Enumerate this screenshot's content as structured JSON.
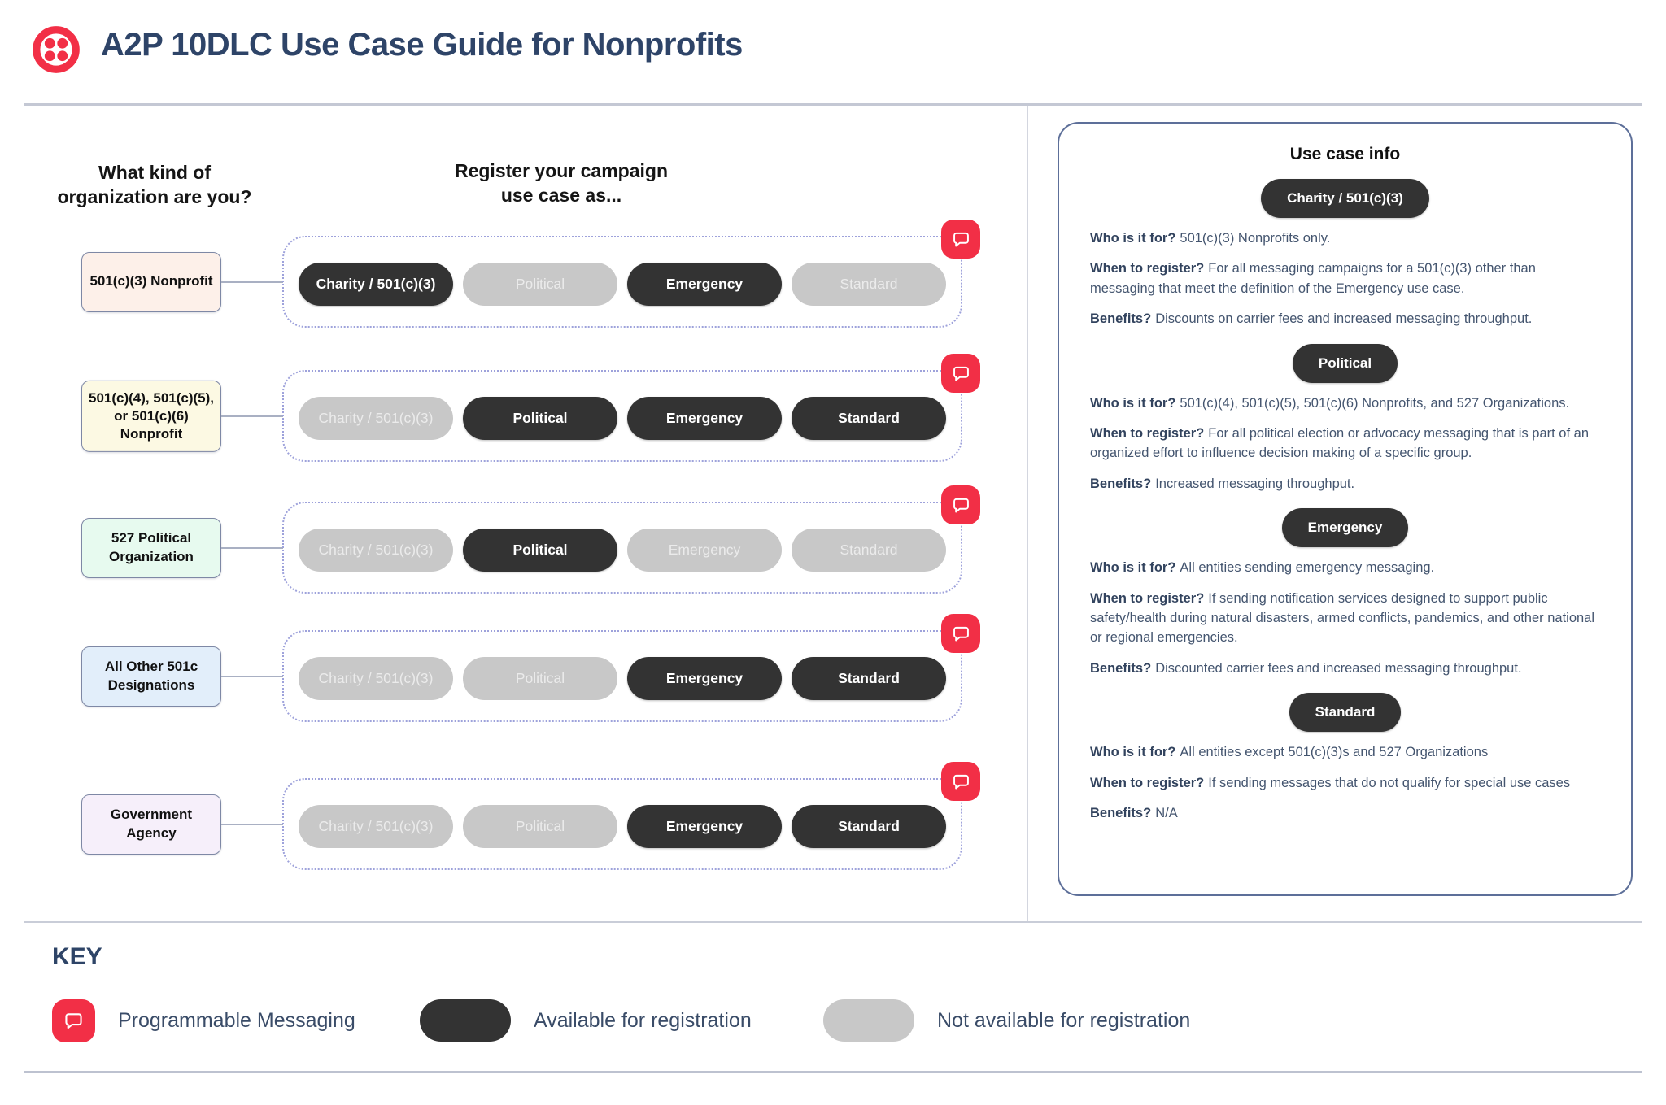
{
  "header": {
    "title": "A2P 10DLC Use Case Guide for Nonprofits"
  },
  "columns": {
    "org_header": "What kind of\norganization are you?",
    "usecase_header": "Register your campaign\nuse case as..."
  },
  "rows": [
    {
      "org": "501(c)(3) Nonprofit",
      "org_color": "#FDF0E9",
      "pills": [
        {
          "label": "Charity / 501(c)(3)",
          "state": "available"
        },
        {
          "label": "Political",
          "state": "unavailable"
        },
        {
          "label": "Emergency",
          "state": "available"
        },
        {
          "label": "Standard",
          "state": "unavailable"
        }
      ]
    },
    {
      "org": "501(c)(4), 501(c)(5),\nor 501(c)(6)\nNonprofit",
      "org_color": "#FCF9E3",
      "pills": [
        {
          "label": "Charity / 501(c)(3)",
          "state": "unavailable"
        },
        {
          "label": "Political",
          "state": "available"
        },
        {
          "label": "Emergency",
          "state": "available"
        },
        {
          "label": "Standard",
          "state": "available"
        }
      ]
    },
    {
      "org": "527 Political\nOrganization",
      "org_color": "#E7FAEF",
      "pills": [
        {
          "label": "Charity / 501(c)(3)",
          "state": "unavailable"
        },
        {
          "label": "Political",
          "state": "available"
        },
        {
          "label": "Emergency",
          "state": "unavailable"
        },
        {
          "label": "Standard",
          "state": "unavailable"
        }
      ]
    },
    {
      "org": "All Other 501c\nDesignations",
      "org_color": "#E2EEFA",
      "pills": [
        {
          "label": "Charity / 501(c)(3)",
          "state": "unavailable"
        },
        {
          "label": "Political",
          "state": "unavailable"
        },
        {
          "label": "Emergency",
          "state": "available"
        },
        {
          "label": "Standard",
          "state": "available"
        }
      ]
    },
    {
      "org": "Government\nAgency",
      "org_color": "#F6EFFA",
      "pills": [
        {
          "label": "Charity / 501(c)(3)",
          "state": "unavailable"
        },
        {
          "label": "Political",
          "state": "unavailable"
        },
        {
          "label": "Emergency",
          "state": "available"
        },
        {
          "label": "Standard",
          "state": "available"
        }
      ]
    }
  ],
  "info_panel": {
    "title": "Use case info",
    "sections": [
      {
        "pill": "Charity / 501(c)(3)",
        "items": [
          {
            "label": "Who is it for?",
            "text": "501(c)(3) Nonprofits only."
          },
          {
            "label": "When to register?",
            "text": "For all messaging campaigns for a 501(c)(3) other than messaging that meet the definition of the Emergency use case."
          },
          {
            "label": "Benefits?",
            "text": "Discounts on carrier fees and increased messaging throughput."
          }
        ]
      },
      {
        "pill": "Political",
        "items": [
          {
            "label": "Who is it for?",
            "text": "501(c)(4), 501(c)(5), 501(c)(6) Nonprofits, and 527 Organizations."
          },
          {
            "label": "When to register?",
            "text": "For all political election or advocacy messaging that is part of an organized effort to influence decision making of a specific group."
          },
          {
            "label": "Benefits?",
            "text": "Increased messaging throughput."
          }
        ]
      },
      {
        "pill": "Emergency",
        "items": [
          {
            "label": "Who is it for?",
            "text": "All entities sending emergency messaging."
          },
          {
            "label": "When to register?",
            "text": "If sending notification services designed to support public safety/health during natural disasters, armed conflicts, pandemics, and other national or regional emergencies."
          },
          {
            "label": "Benefits?",
            "text": "Discounted carrier fees and increased messaging throughput."
          }
        ]
      },
      {
        "pill": "Standard",
        "items": [
          {
            "label": "Who is it for?",
            "text": "All entities except 501(c)(3)s and 527 Organizations"
          },
          {
            "label": "When to register?",
            "text": "If sending messages that do not qualify for special use cases"
          },
          {
            "label": "Benefits?",
            "text": "N/A"
          }
        ]
      }
    ]
  },
  "key": {
    "title": "KEY",
    "badge_label": "Programmable Messaging",
    "available_label": "Available for registration",
    "unavailable_label": "Not available for registration"
  },
  "colors": {
    "brand_red": "#F22F46",
    "available_pill": "#333333",
    "unavailable_pill": "#C8C8C8"
  }
}
